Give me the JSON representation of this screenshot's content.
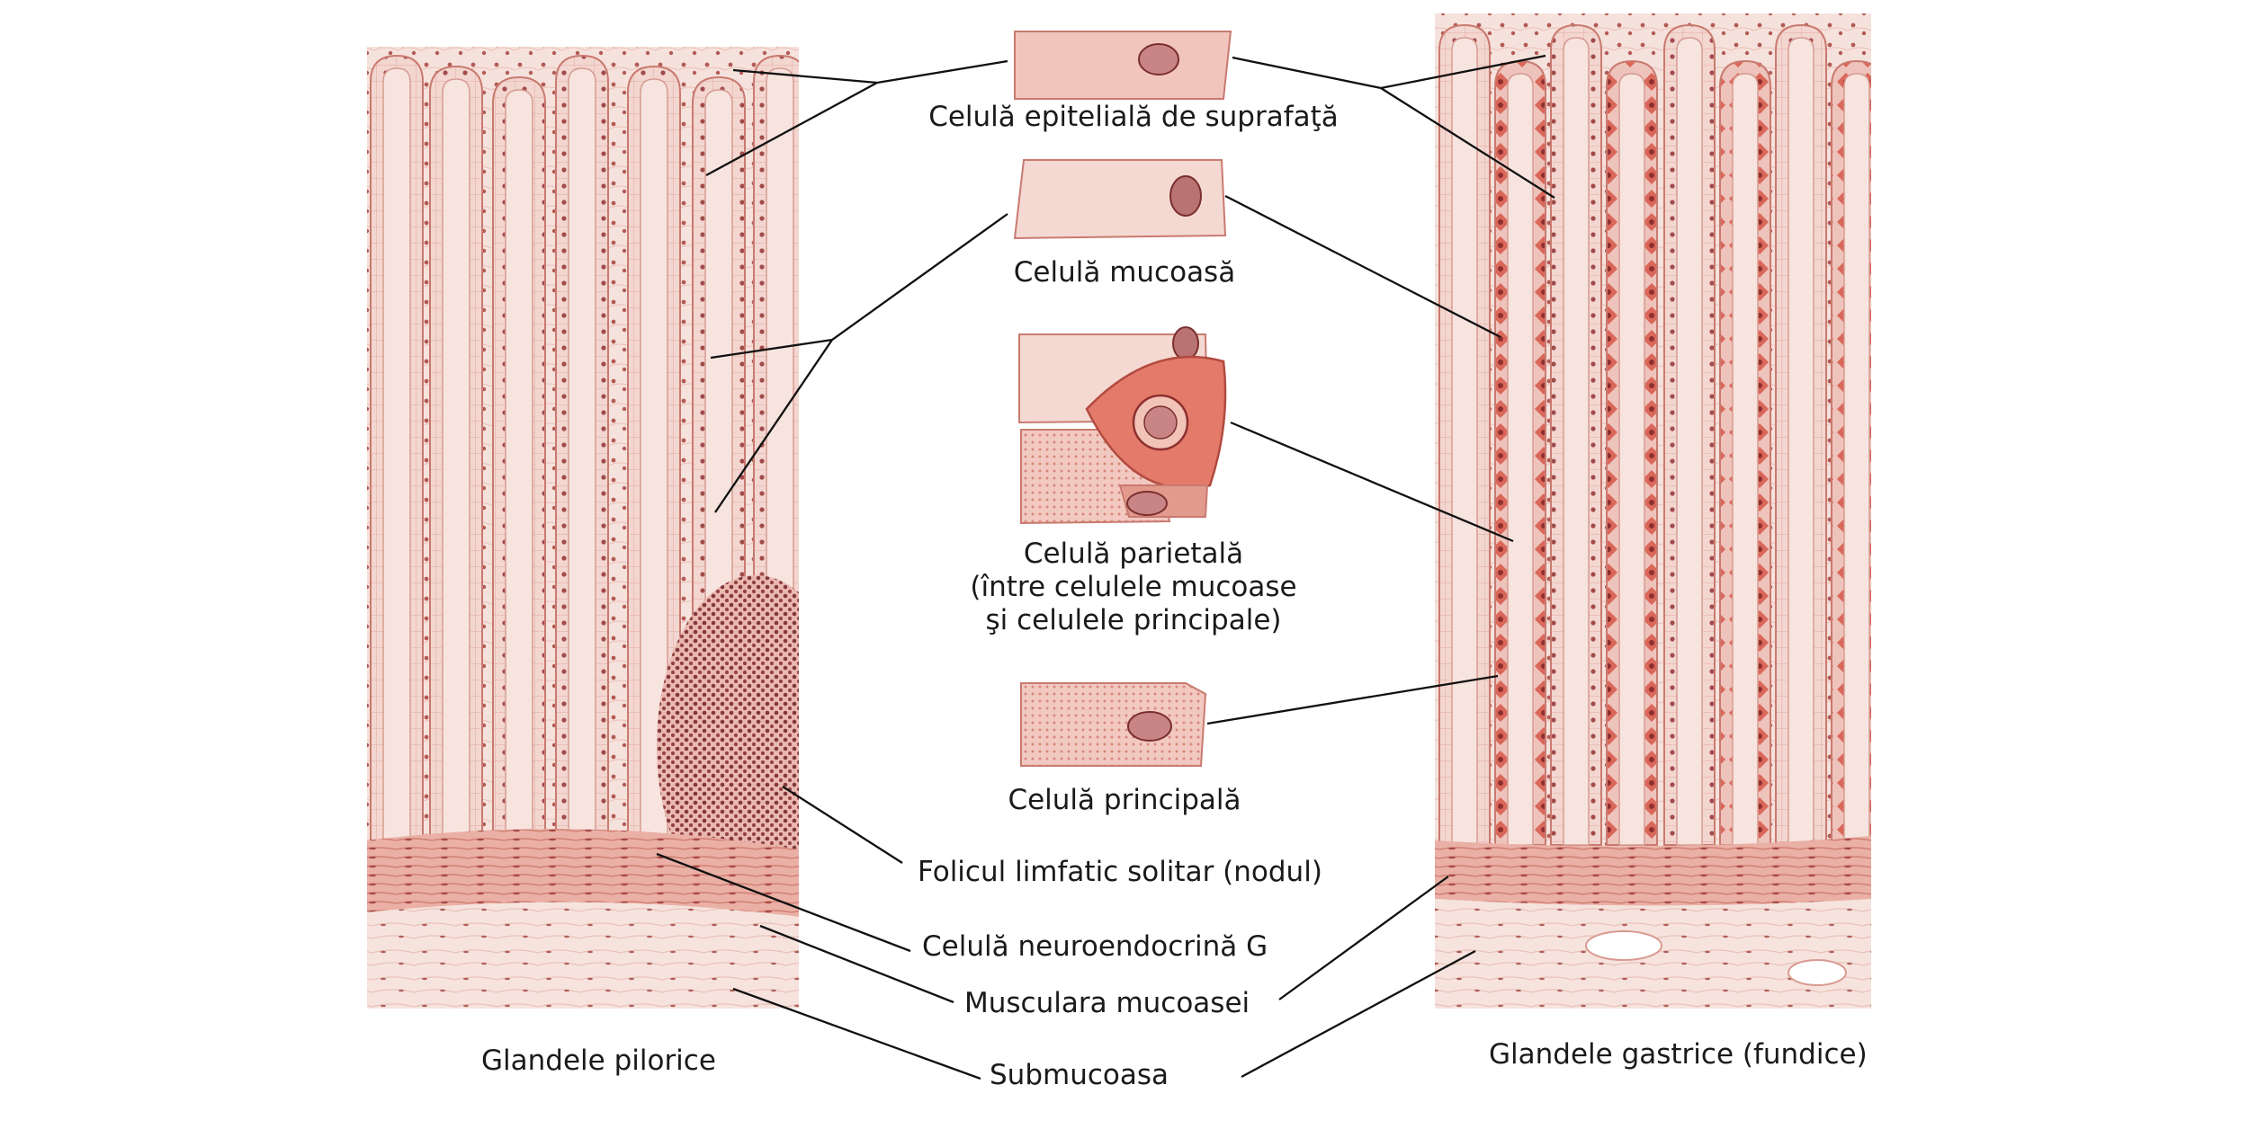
{
  "labels": {
    "surface_cell": "Celulă epitelială de suprafaţă",
    "mucous_cell": "Celulă mucoasă",
    "parietal_cell_line1": "Celulă parietală",
    "parietal_cell_line2": "(între celulele mucoase",
    "parietal_cell_line3": "şi celulele principale)",
    "chief_cell": "Celulă principală",
    "lymph_follicle": "Folicul limfatic solitar (nodul)",
    "g_cell": "Celulă neuroendocrină G",
    "muscularis": "Muscularа mucoasei",
    "submucosa": "Submucoasa",
    "pyloric_glands": "Glandele pilorice",
    "gastric_glands": "Glandele gastrice (fundice)"
  },
  "colors": {
    "tissue_light": "#f3d6d0",
    "tissue_mid": "#e9b4ab",
    "cell_border": "#c97a70",
    "nucleus": "#8a3a3a",
    "parietal": "#d9675a",
    "muscle": "#e7a79c",
    "submucosa": "#f4dcd6",
    "leader": "#111111"
  }
}
